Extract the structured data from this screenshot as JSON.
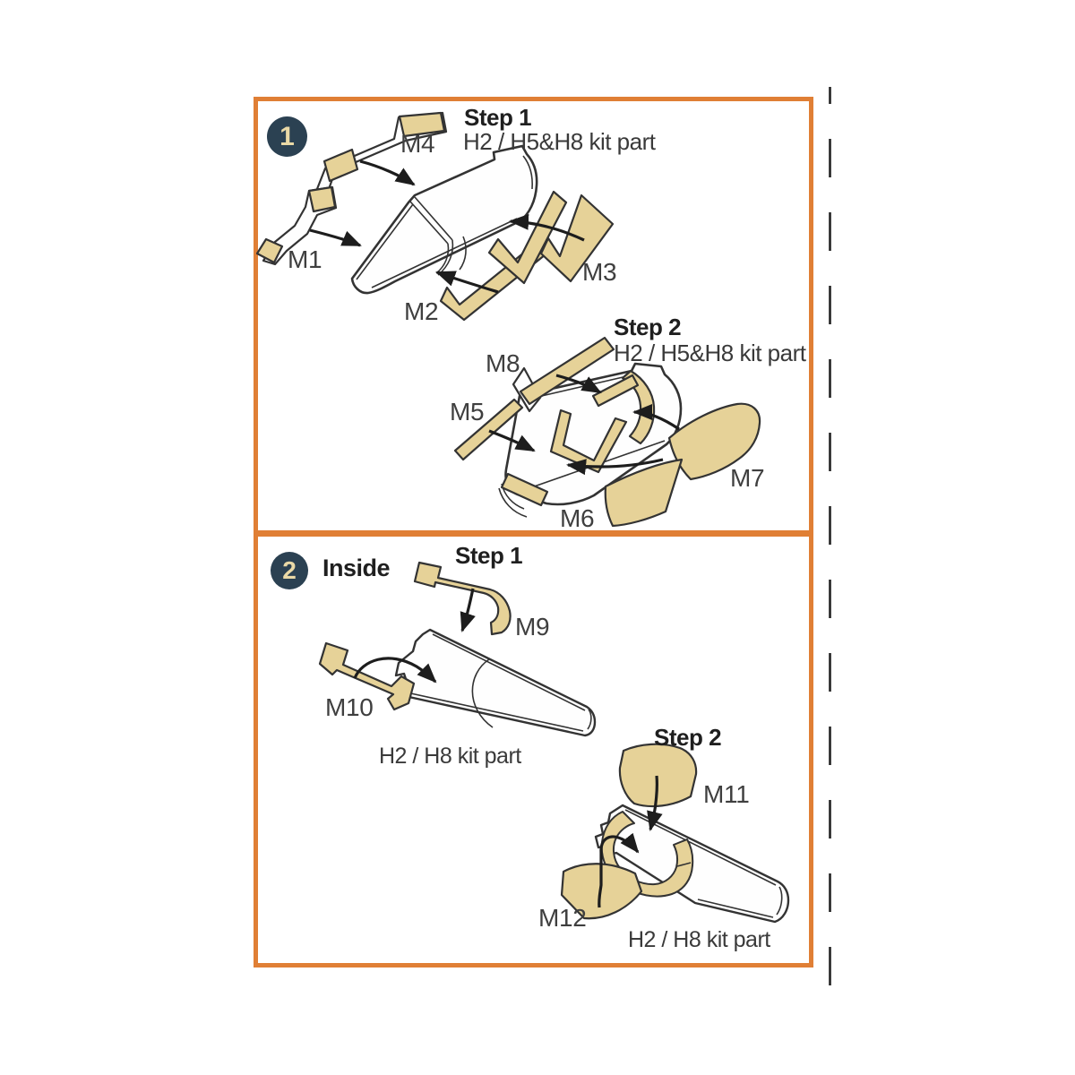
{
  "colors": {
    "border_orange": "#e07f35",
    "mask_tan": "#e6d298",
    "line_dark": "#333333",
    "badge_navy": "#2b4152",
    "badge_digit_cream": "#ead9a6",
    "heading_text": "#1f1f1f",
    "label_text": "#3f3f3f"
  },
  "panel1": {
    "badge": "1",
    "step1": {
      "title": "Step 1",
      "kit_part": "H2 / H5&H8 kit part"
    },
    "step2": {
      "title": "Step 2",
      "kit_part": "H2 / H5&H8 kit part"
    },
    "mask_labels": {
      "m1": "M1",
      "m2": "M2",
      "m3": "M3",
      "m4": "M4",
      "m5": "M5",
      "m6": "M6",
      "m7": "M7",
      "m8": "M8"
    }
  },
  "panel2": {
    "badge": "2",
    "section_label": "Inside",
    "step1": {
      "title": "Step 1",
      "kit_part": "H2 / H8 kit part"
    },
    "step2": {
      "title": "Step 2",
      "kit_part": "H2 / H8 kit part"
    },
    "mask_labels": {
      "m9": "M9",
      "m10": "M10",
      "m11": "M11",
      "m12": "M12"
    }
  }
}
